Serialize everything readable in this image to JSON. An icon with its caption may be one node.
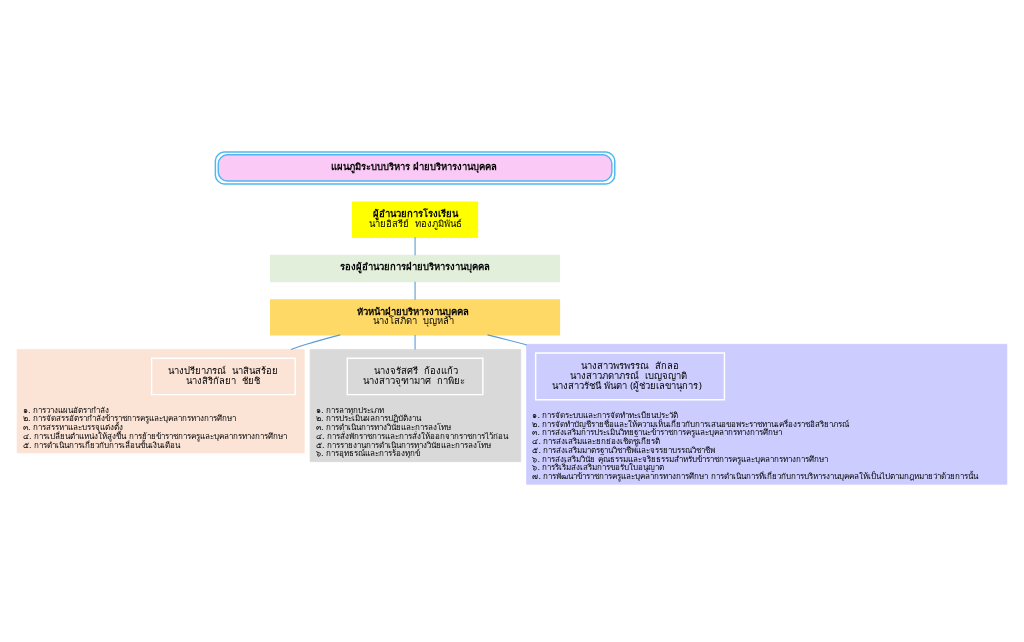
{
  "diagram": {
    "nodes": [
      {
        "text": [
          "แผนภูมิระบบบริหาร ฝ่ายบริหารงานบุคคล"
        ]
      },
      {
        "text": [
          "ผู้อำนวยการโรงเรียน",
          "นายอิสรีย์  ทองภูมิพันธ์"
        ]
      },
      {
        "text": [
          "รองผู้อำนวยการฝ่ายบริหารงานบุคคล"
        ]
      },
      {
        "text": [
          "หัวหน้าฝ่ายบริหารงานบุคคล",
          "นางโสภิดา  บุญหล้า"
        ]
      },
      {
        "text": [
          "๑. การวางแผนอัตรากำลัง",
          "๒. การจัดสรรอัตรากำลังข้าราชการครูและบุคลากรทางการศึกษา",
          "๓. การสรรหาและบรรจุแต่งตั้ง",
          "๔. การเปลี่ยนตำแหน่งให้สูงขึ้น การย้ายข้าราชการครูและบุคลากรทางการศึกษา",
          "๕. การดำเนินการเกี่ยวกับการเลื่อนขั้นเงินเดือน"
        ]
      },
      {
        "text": [
          "นางปรียาภรณ์  นาสินสร้อย",
          "นางสิริกัลยา  ชัยชิ"
        ],
        "in": 4
      },
      {
        "text": [
          "๑. การลาทุกประเภท",
          "๒. การประเมินผลการปฏิบัติงาน",
          "๓. การดำเนินการทางวินัยและการลงโทษ",
          "๔. การสั่งพักราชการและการสั่งให้ออกจากราชการไว้ก่อน",
          "๕. การรายงานการดำเนินการทางวินัยและการลงโทษ",
          "๖. การอุทธรณ์และการร้องทุกข์"
        ]
      },
      {
        "text": [
          "นางจรัสศรี  ก้องแก้ว",
          "นางสาวจุฑามาศ  กาพิยะ"
        ],
        "in": 6
      },
      {
        "text": [
          "๑. การจัดระบบและการจัดทำทะเบียนประวัติ",
          "๒. การจัดทำบัญชีรายชื่อและให้ความเห็นเกี่ยวกับการเสนอขอพระราชทานเครื่องราชอิสริยาภรณ์",
          "๓. การส่งเสริมการประเมินวิทยฐานะข้าราชการครูและบุคลากรทางการศึกษา",
          "๔. การส่งเสริมและยกย่องเชิดชูเกียรติ",
          "๕. การส่งเสริมมาตรฐานวิชาชีพและจรรยาบรรณวิชาชีพ",
          "๖. การส่งเสริมวินัย คุณธรรมและจริยธรรมสำหรับข้าราชการครูและบุคลากรทางการศึกษา",
          "๖. การริเริ่มส่งเสริมการขอรับใบอนุญาต",
          "๗. การพัฒนาข้าราชการครูและบุคลากรทางการศึกษา การดำเนินการที่เกี่ยวกับการบริหารงานบุคคลให้เป็นไปตามกฎหมายว่าด้วยการนั้น"
        ]
      },
      {
        "text": [
          "นางสาวพรพรรณ  สักลอ",
          "นางสาวภดาภรณ์  เบญจญาติ",
          "นางสาวรัชนี พันตา (ผู้ช่วยเลขานุการ)"
        ],
        "in": 8
      }
    ],
    "edges": [
      {
        "from": 1,
        "to": 2,
        "arrow": "none"
      },
      {
        "from": 2,
        "to": 3,
        "arrow": "none"
      },
      {
        "from": 3,
        "to": 4,
        "arrow": "none"
      },
      {
        "from": 3,
        "to": 6,
        "arrow": "none"
      },
      {
        "from": 3,
        "to": 8,
        "arrow": "none"
      }
    ]
  }
}
